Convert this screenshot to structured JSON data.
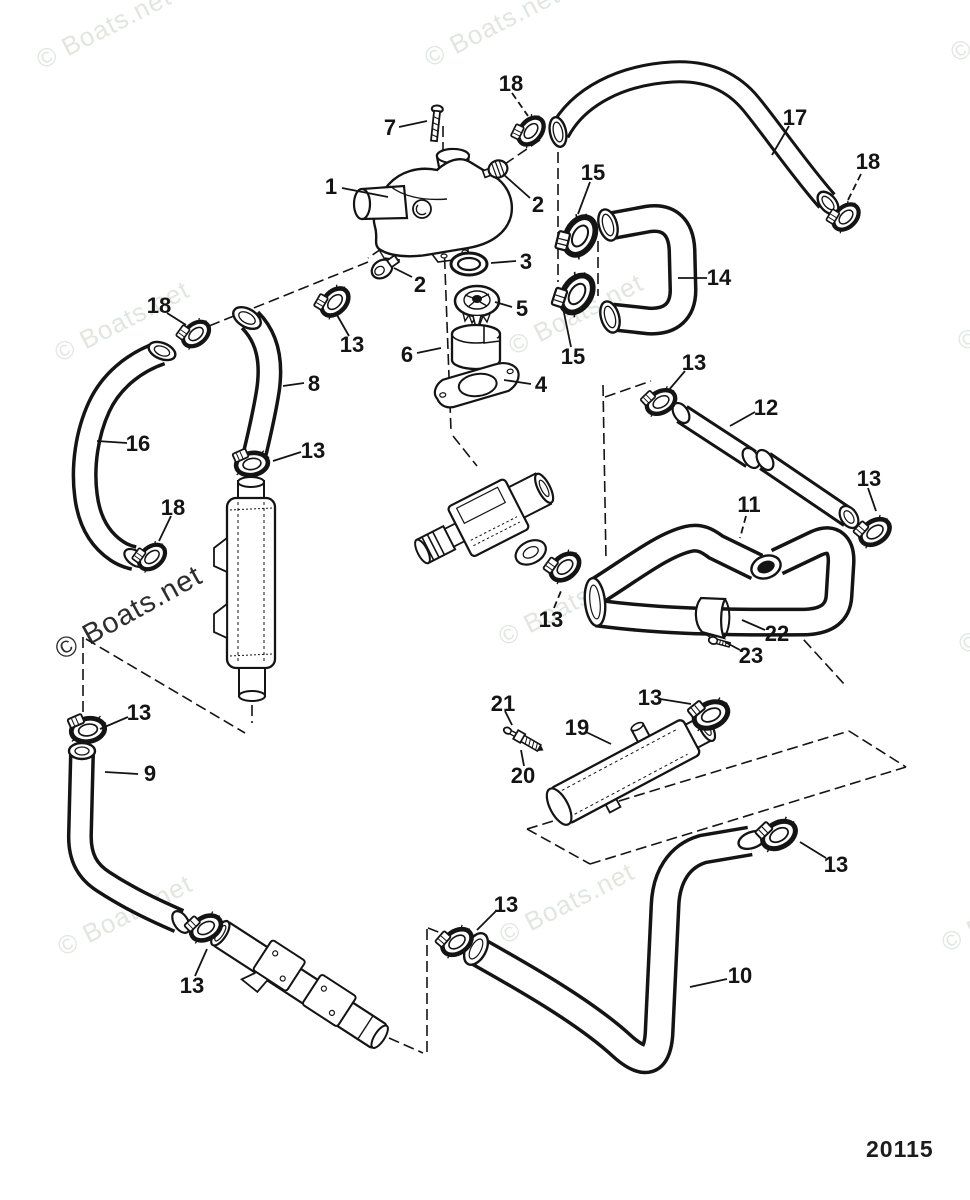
{
  "page": {
    "watermark": "© Boats.net",
    "drawing_number": "20115"
  },
  "callouts": {
    "n7": "7",
    "n18_top": "18",
    "n17": "17",
    "n18_right": "18",
    "n1": "1",
    "n2_upper": "2",
    "n15_upper": "15",
    "n3": "3",
    "n2_lower": "2",
    "n5": "5",
    "n14": "14",
    "n15_lower": "15",
    "n6": "6",
    "n4": "4",
    "n13_housing": "13",
    "n18_left": "18",
    "n8": "8",
    "n16": "16",
    "n18_left_lower": "18",
    "n13_cooler_top": "13",
    "n13_tube12": "13",
    "n12": "12",
    "n11": "11",
    "n13_tube12_right": "13",
    "n13_pump": "13",
    "n22": "22",
    "n23": "23",
    "n13_hose9_top": "13",
    "n21": "21",
    "n19": "19",
    "n13_cooler19": "13",
    "n20": "20",
    "n13_hose10_right": "13",
    "n9": "9",
    "n13_hose10_left": "13",
    "n13_hose9_bottom": "13",
    "n10": "10"
  }
}
